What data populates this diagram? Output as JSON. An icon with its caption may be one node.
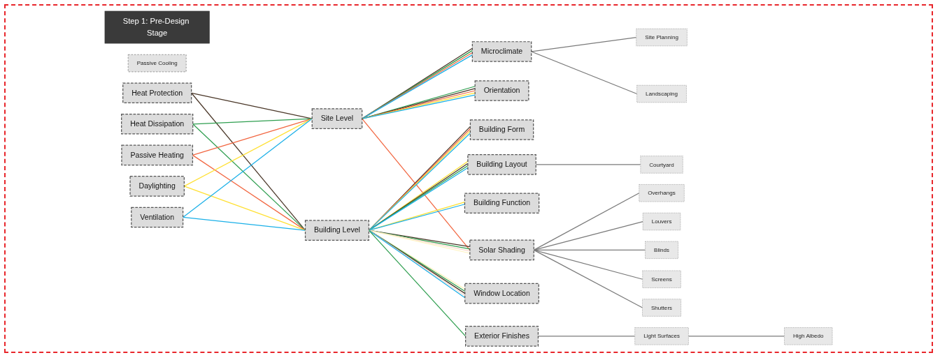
{
  "diagram": {
    "nodes": [
      {
        "text": [
          "Step 1: Pre-Design Stage"
        ]
      },
      {
        "text": [
          "Passive Cooling"
        ]
      },
      {
        "text": [
          "Heat Protection"
        ]
      },
      {
        "text": [
          "Heat Dissipation"
        ]
      },
      {
        "text": [
          "Passive Heating"
        ]
      },
      {
        "text": [
          "Daylighting"
        ]
      },
      {
        "text": [
          "Ventilation"
        ]
      },
      {
        "text": [
          "Site Level"
        ]
      },
      {
        "text": [
          "Building Level"
        ]
      },
      {
        "text": [
          "Microclimate"
        ]
      },
      {
        "text": [
          "Orientation"
        ]
      },
      {
        "text": [
          "Building Form"
        ]
      },
      {
        "text": [
          "Building Layout"
        ]
      },
      {
        "text": [
          "Building Function"
        ]
      },
      {
        "text": [
          "Solar Shading"
        ]
      },
      {
        "text": [
          "Window Location"
        ]
      },
      {
        "text": [
          "Exterior Finishes"
        ]
      },
      {
        "text": [
          "Site Planning"
        ]
      },
      {
        "text": [
          "Landscaping"
        ]
      },
      {
        "text": [
          "Courtyard"
        ]
      },
      {
        "text": [
          "Overhangs"
        ]
      },
      {
        "text": [
          "Louvers"
        ]
      },
      {
        "text": [
          "Blinds"
        ]
      },
      {
        "text": [
          "Screens"
        ]
      },
      {
        "text": [
          "Shutters"
        ]
      },
      {
        "text": [
          "Light Surfaces"
        ]
      },
      {
        "text": [
          "High Albedo"
        ]
      }
    ],
    "edges": [
      {
        "from": 2,
        "to": 7,
        "arrow": "none",
        "color": "#4a3728"
      },
      {
        "from": 2,
        "to": 8,
        "arrow": "none",
        "color": "#4a3728"
      },
      {
        "from": 3,
        "to": 7,
        "arrow": "none",
        "color": "#2e9e4f"
      },
      {
        "from": 3,
        "to": 8,
        "arrow": "none",
        "color": "#2e9e4f"
      },
      {
        "from": 4,
        "to": 7,
        "arrow": "none",
        "color": "#f26640"
      },
      {
        "from": 4,
        "to": 8,
        "arrow": "none",
        "color": "#f26640"
      },
      {
        "from": 5,
        "to": 7,
        "arrow": "none",
        "color": "#ffe033"
      },
      {
        "from": 5,
        "to": 8,
        "arrow": "none",
        "color": "#ffe033"
      },
      {
        "from": 6,
        "to": 7,
        "arrow": "none",
        "color": "#1ab0e8"
      },
      {
        "from": 6,
        "to": 8,
        "arrow": "none",
        "color": "#1ab0e8"
      },
      {
        "from": 7,
        "to": 9,
        "arrow": "none",
        "color": "#4a3728"
      },
      {
        "from": 7,
        "to": 9,
        "arrow": "none",
        "color": "#2e9e4f"
      },
      {
        "from": 7,
        "to": 9,
        "arrow": "none",
        "color": "#f26640"
      },
      {
        "from": 7,
        "to": 9,
        "arrow": "none",
        "color": "#1ab0e8"
      },
      {
        "from": 7,
        "to": 10,
        "arrow": "none",
        "color": "#2e9e4f"
      },
      {
        "from": 7,
        "to": 10,
        "arrow": "none",
        "color": "#4a3728"
      },
      {
        "from": 7,
        "to": 10,
        "arrow": "none",
        "color": "#f26640"
      },
      {
        "from": 7,
        "to": 10,
        "arrow": "none",
        "color": "#ffe033"
      },
      {
        "from": 7,
        "to": 10,
        "arrow": "none",
        "color": "#1ab0e8"
      },
      {
        "from": 7,
        "to": 14,
        "arrow": "none",
        "color": "#f26640"
      },
      {
        "from": 8,
        "to": 11,
        "arrow": "none",
        "color": "#4a3728"
      },
      {
        "from": 8,
        "to": 11,
        "arrow": "none",
        "color": "#f26640"
      },
      {
        "from": 8,
        "to": 11,
        "arrow": "none",
        "color": "#ffe033"
      },
      {
        "from": 8,
        "to": 11,
        "arrow": "none",
        "color": "#1ab0e8"
      },
      {
        "from": 8,
        "to": 12,
        "arrow": "none",
        "color": "#ffe033"
      },
      {
        "from": 8,
        "to": 12,
        "arrow": "none",
        "color": "#4a3728"
      },
      {
        "from": 8,
        "to": 12,
        "arrow": "none",
        "color": "#2e9e4f"
      },
      {
        "from": 8,
        "to": 12,
        "arrow": "none",
        "color": "#1ab0e8"
      },
      {
        "from": 8,
        "to": 13,
        "arrow": "none",
        "color": "#ffe033"
      },
      {
        "from": 8,
        "to": 13,
        "arrow": "none",
        "color": "#1ab0e8"
      },
      {
        "from": 8,
        "to": 14,
        "arrow": "none",
        "color": "#4a3728"
      },
      {
        "from": 8,
        "to": 14,
        "arrow": "none",
        "color": "#2e9e4f"
      },
      {
        "from": 8,
        "to": 14,
        "arrow": "none",
        "color": "#fcd9cc"
      },
      {
        "from": 8,
        "to": 14,
        "arrow": "none",
        "color": "#fff3c0"
      },
      {
        "from": 8,
        "to": 15,
        "arrow": "none",
        "color": "#fff3c0"
      },
      {
        "from": 8,
        "to": 15,
        "arrow": "none",
        "color": "#2e9e4f"
      },
      {
        "from": 8,
        "to": 15,
        "arrow": "none",
        "color": "#4a3728"
      },
      {
        "from": 8,
        "to": 15,
        "arrow": "none",
        "color": "#fcd9cc"
      },
      {
        "from": 8,
        "to": 15,
        "arrow": "none",
        "color": "#1ab0e8"
      },
      {
        "from": 8,
        "to": 16,
        "arrow": "none",
        "color": "#2e9e4f"
      },
      {
        "from": 9,
        "to": 17,
        "arrow": "none"
      },
      {
        "from": 9,
        "to": 18,
        "arrow": "none"
      },
      {
        "from": 12,
        "to": 19,
        "arrow": "none"
      },
      {
        "from": 14,
        "to": 20,
        "arrow": "none"
      },
      {
        "from": 14,
        "to": 21,
        "arrow": "none"
      },
      {
        "from": 14,
        "to": 22,
        "arrow": "none"
      },
      {
        "from": 14,
        "to": 23,
        "arrow": "none"
      },
      {
        "from": 14,
        "to": 24,
        "arrow": "none"
      },
      {
        "from": 16,
        "to": 25,
        "arrow": "none"
      },
      {
        "from": 25,
        "to": 26,
        "arrow": "none"
      }
    ]
  }
}
